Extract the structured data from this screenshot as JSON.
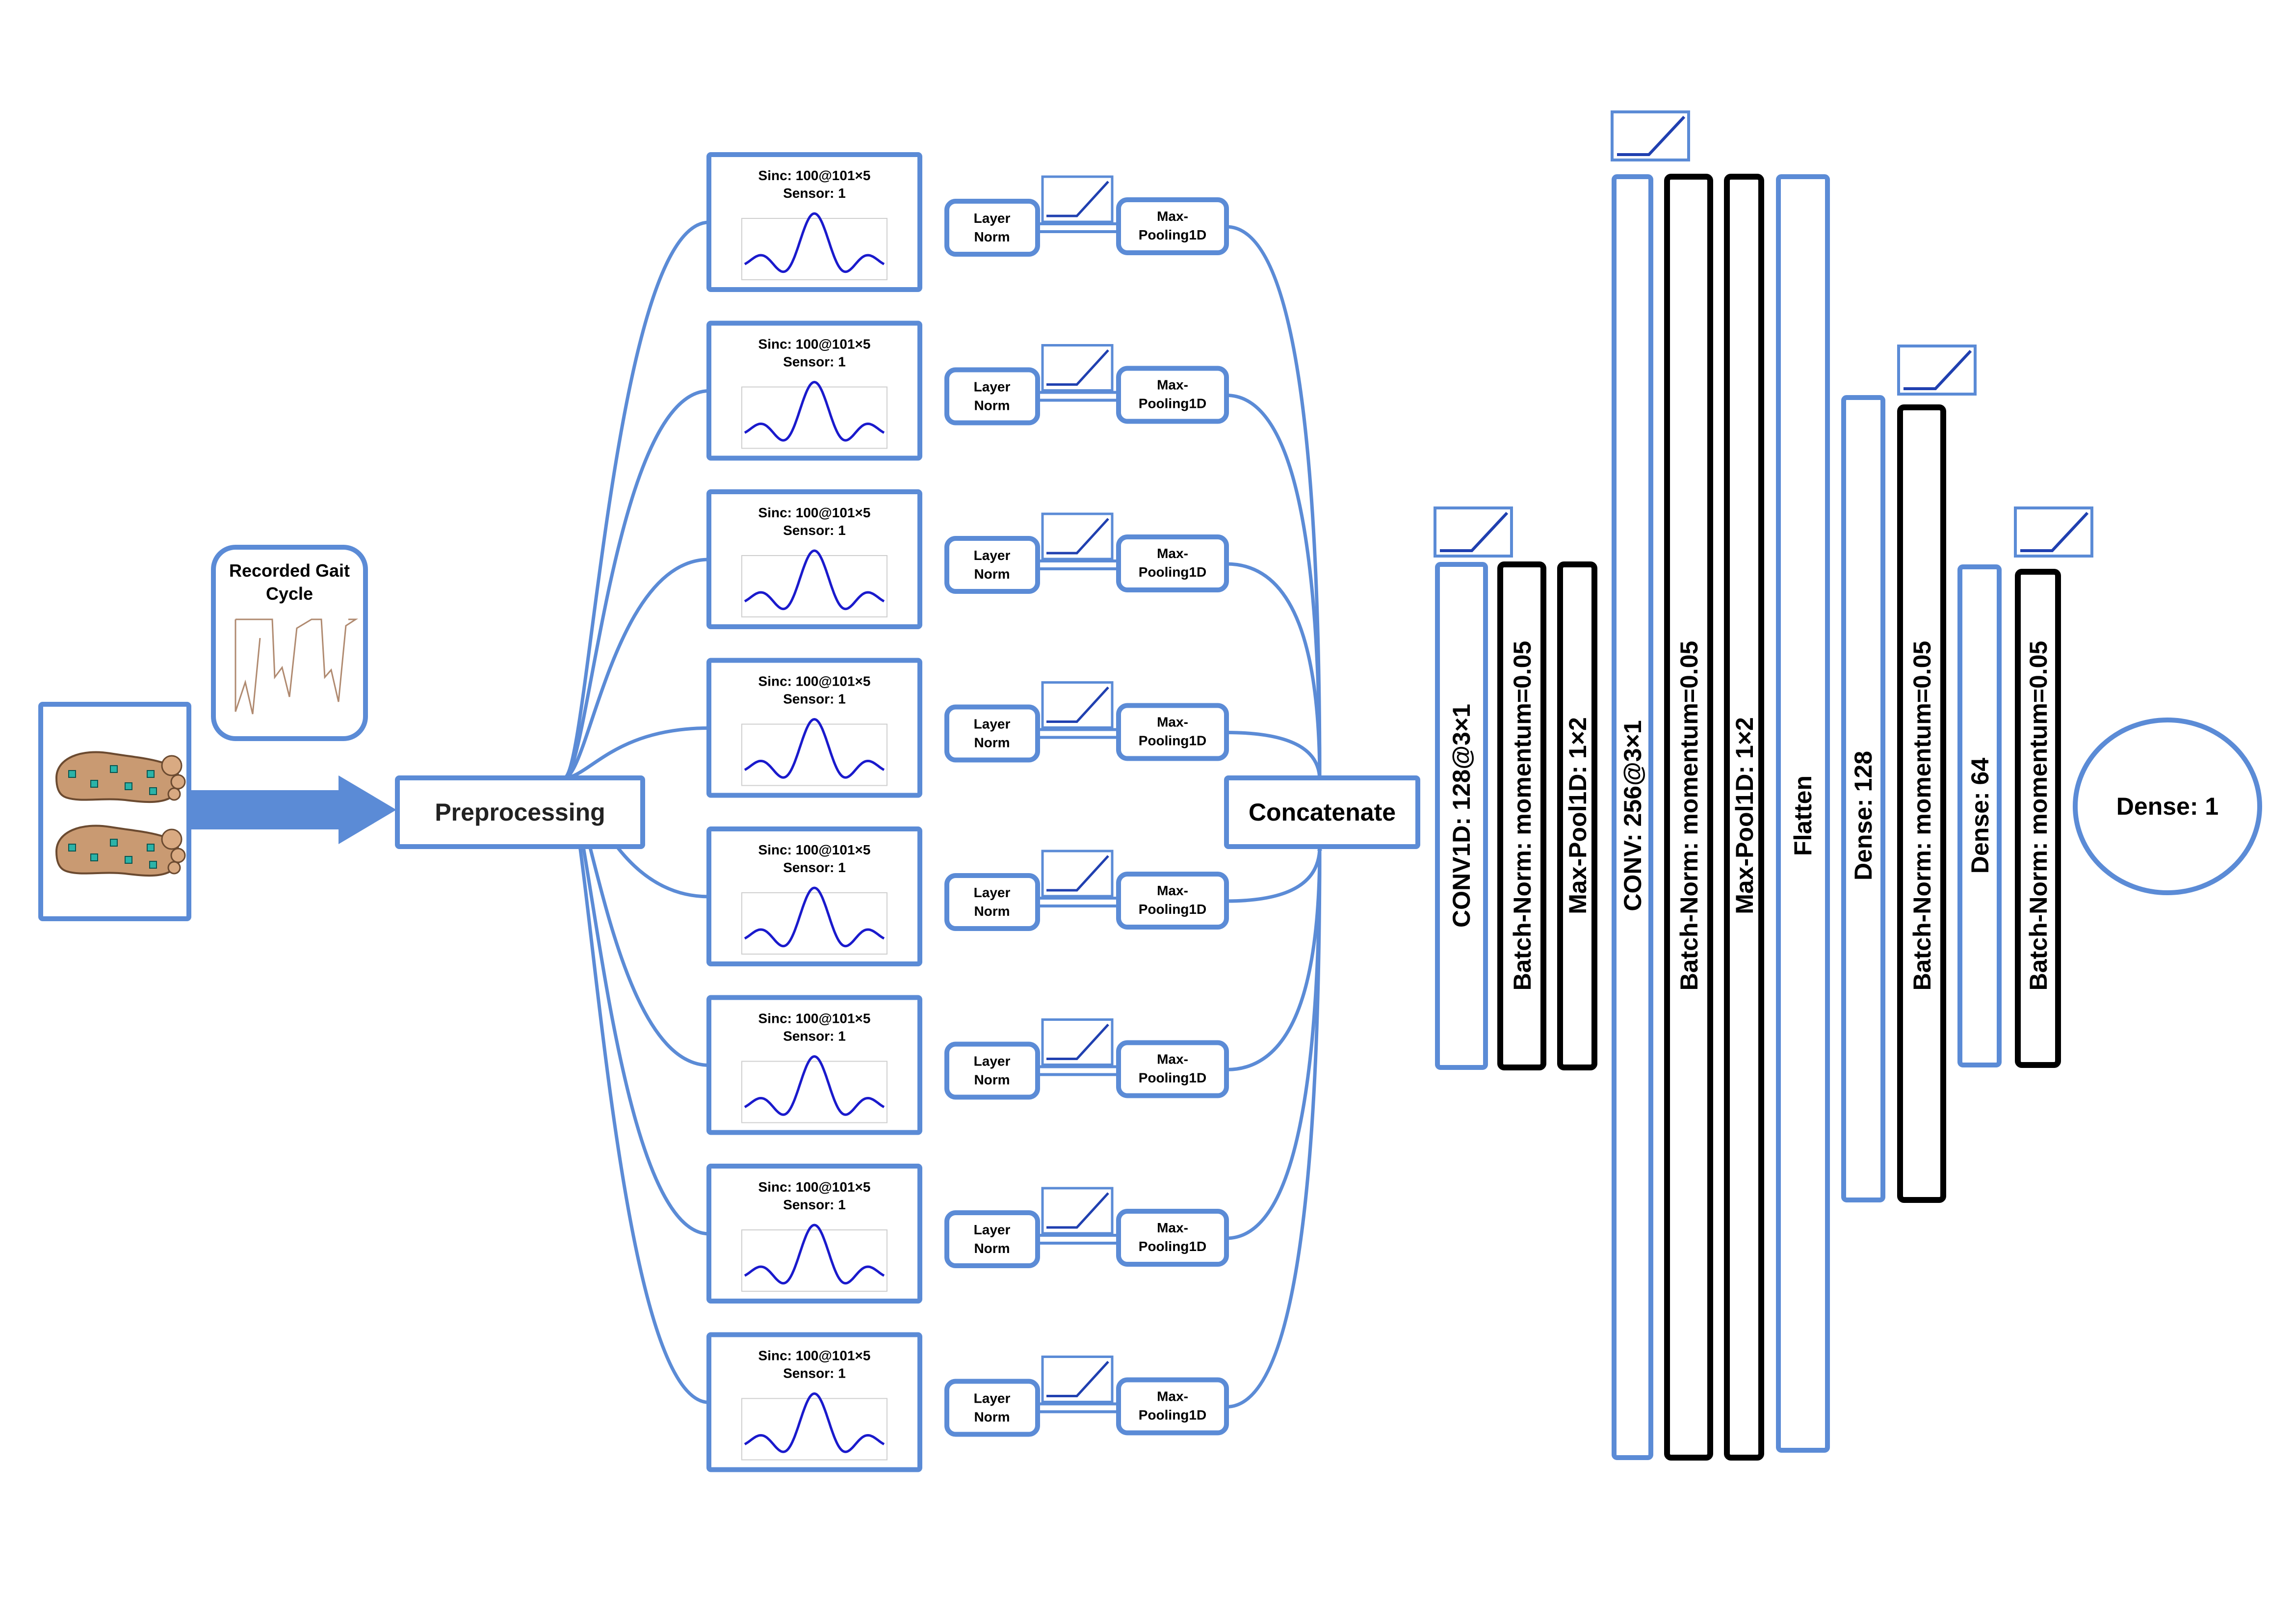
{
  "colors": {
    "accent": "#5b8bd6",
    "wave": "#1a1acc",
    "block_black": "#000000",
    "arrow": "#5b8bd6"
  },
  "input": {
    "icon": "foot-pressure-sensor-map"
  },
  "gait": {
    "title_line1": "Recorded Gait",
    "title_line2": "Cycle"
  },
  "preprocessing": {
    "label": "Preprocessing"
  },
  "branches": [
    {
      "sinc": "Sinc: 100@101×5",
      "sensor": "Sensor: 1",
      "ln1": "Layer",
      "ln2": "Norm",
      "mp1": "Max-",
      "mp2": "Pooling1D"
    },
    {
      "sinc": "Sinc: 100@101×5",
      "sensor": "Sensor: 1",
      "ln1": "Layer",
      "ln2": "Norm",
      "mp1": "Max-",
      "mp2": "Pooling1D"
    },
    {
      "sinc": "Sinc: 100@101×5",
      "sensor": "Sensor: 1",
      "ln1": "Layer",
      "ln2": "Norm",
      "mp1": "Max-",
      "mp2": "Pooling1D"
    },
    {
      "sinc": "Sinc: 100@101×5",
      "sensor": "Sensor: 1",
      "ln1": "Layer",
      "ln2": "Norm",
      "mp1": "Max-",
      "mp2": "Pooling1D"
    },
    {
      "sinc": "Sinc: 100@101×5",
      "sensor": "Sensor: 1",
      "ln1": "Layer",
      "ln2": "Norm",
      "mp1": "Max-",
      "mp2": "Pooling1D"
    },
    {
      "sinc": "Sinc: 100@101×5",
      "sensor": "Sensor: 1",
      "ln1": "Layer",
      "ln2": "Norm",
      "mp1": "Max-",
      "mp2": "Pooling1D"
    },
    {
      "sinc": "Sinc: 100@101×5",
      "sensor": "Sensor: 1",
      "ln1": "Layer",
      "ln2": "Norm",
      "mp1": "Max-",
      "mp2": "Pooling1D"
    },
    {
      "sinc": "Sinc: 100@101×5",
      "sensor": "Sensor: 1",
      "ln1": "Layer",
      "ln2": "Norm",
      "mp1": "Max-",
      "mp2": "Pooling1D"
    }
  ],
  "concat": {
    "label": "Concatenate"
  },
  "layers": {
    "conv1": "CONV1D: 128@3×1",
    "bn1": "Batch-Norm: momentum=0.05",
    "mp1": "Max-Pool1D: 1×2",
    "conv2": "CONV: 256@3×1",
    "bn2": "Batch-Norm: momentum=0.05",
    "mp2": "Max-Pool1D: 1×2",
    "flatten": "Flatten",
    "dense128": "Dense: 128",
    "bn3": "Batch-Norm: momentum=0.05",
    "dense64": "Dense: 64",
    "bn4": "Batch-Norm: momentum=0.05"
  },
  "output": {
    "label": "Dense: 1"
  }
}
